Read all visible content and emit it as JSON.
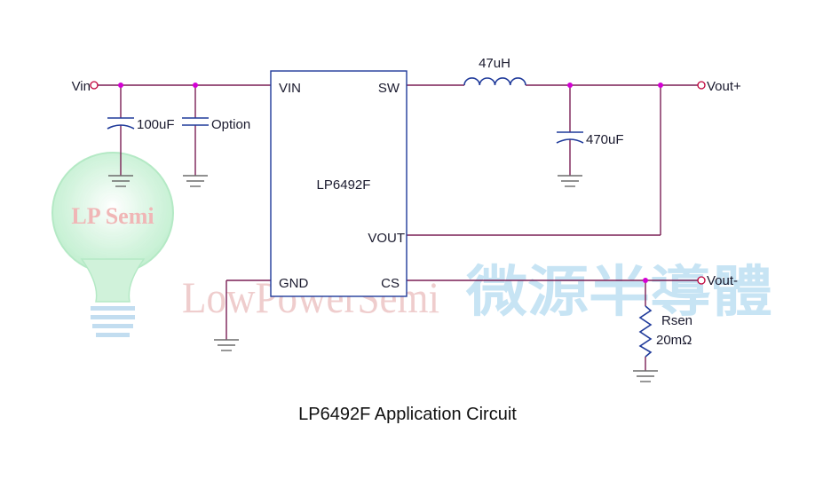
{
  "diagram": {
    "title": "LP6492F Application Circuit",
    "ic": {
      "name": "LP6492F",
      "pins": {
        "vin": "VIN",
        "sw": "SW",
        "vout": "VOUT",
        "gnd": "GND",
        "cs": "CS"
      }
    },
    "terminals": {
      "vin": "Vin",
      "vout_plus": "Vout+",
      "vout_minus": "Vout-"
    },
    "components": {
      "c_in": "100uF",
      "c_option": "Option",
      "inductor": "47uH",
      "c_out": "470uF",
      "rsense_name": "Rsen",
      "rsense_value": "20mΩ"
    },
    "watermark": {
      "english": "LowPowerSemi",
      "chinese": "微源半導體",
      "logo": "LP Semi"
    }
  },
  "colors": {
    "wire": "#7a1f55",
    "component": "#1f3a9a",
    "junction": "#d400d4",
    "terminal": "#c0003a",
    "ground": "#6b6b6b",
    "watermark_red": "#e9a0a0",
    "watermark_gray": "#c8c8c8",
    "watermark_blue": "#a8d4ee",
    "watermark_green": "#9de3b0"
  }
}
